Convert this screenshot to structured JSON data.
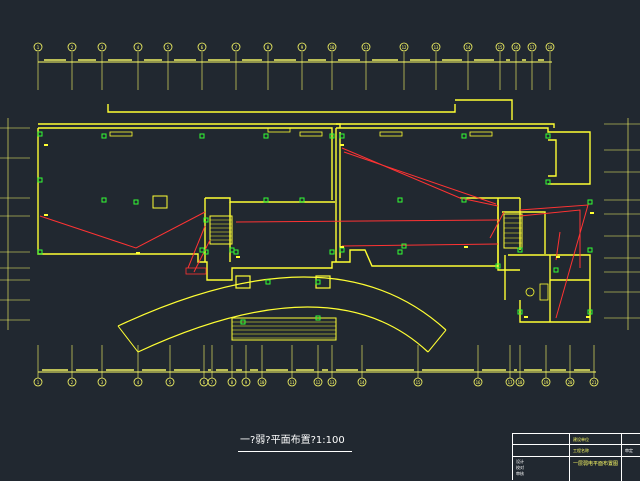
{
  "drawing": {
    "title": "一?弱?平面布置?1:100",
    "colors": {
      "background": "#212830",
      "wall": "#ffff33",
      "grid_line": "#ffff66",
      "cable": "#ff3333",
      "outlet": "#33ff33",
      "text": "#ffffff"
    }
  },
  "axes": {
    "top": [
      "1",
      "2",
      "3",
      "4",
      "5",
      "6",
      "7",
      "8",
      "9",
      "10",
      "11",
      "12",
      "13",
      "14",
      "15",
      "16",
      "17",
      "18"
    ],
    "bottom": [
      "1",
      "2",
      "3",
      "4",
      "5",
      "6",
      "7",
      "8",
      "9",
      "10",
      "11",
      "12",
      "13",
      "14",
      "15",
      "16",
      "17",
      "18",
      "19",
      "20",
      "21"
    ]
  },
  "title_block": {
    "drawing_name": "一层弱电平面布置图",
    "fields": [
      "建设单位",
      "工程名称",
      "设计",
      "校对",
      "审核",
      "审定"
    ]
  }
}
